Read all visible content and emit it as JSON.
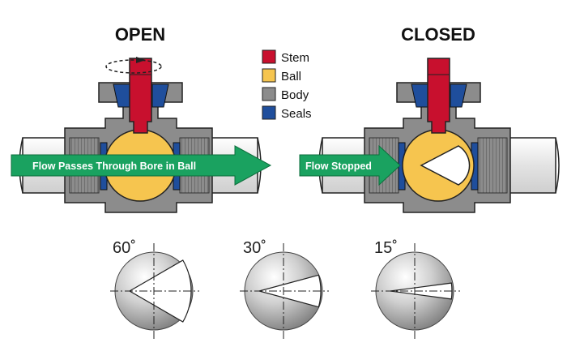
{
  "titles": {
    "open": "OPEN",
    "closed": "CLOSED"
  },
  "legend": [
    {
      "label": "Stem",
      "color": "#c8102e"
    },
    {
      "label": "Ball",
      "color": "#f6c54f"
    },
    {
      "label": "Body",
      "color": "#8c8c8c"
    },
    {
      "label": "Seals",
      "color": "#1f4e9c"
    }
  ],
  "flow": {
    "open_label": "Flow  Passes Through Bore in Ball",
    "closed_label": "Flow  Stopped",
    "arrow_color": "#1aa260"
  },
  "angles": [
    {
      "label": "60˚",
      "degrees": 60
    },
    {
      "label": "30˚",
      "degrees": 30
    },
    {
      "label": "15˚",
      "degrees": 15
    }
  ],
  "colors": {
    "pipe": "#e6e6e6",
    "body": "#8c8c8c",
    "body_dark": "#6f6f6f",
    "outline": "#222222"
  }
}
